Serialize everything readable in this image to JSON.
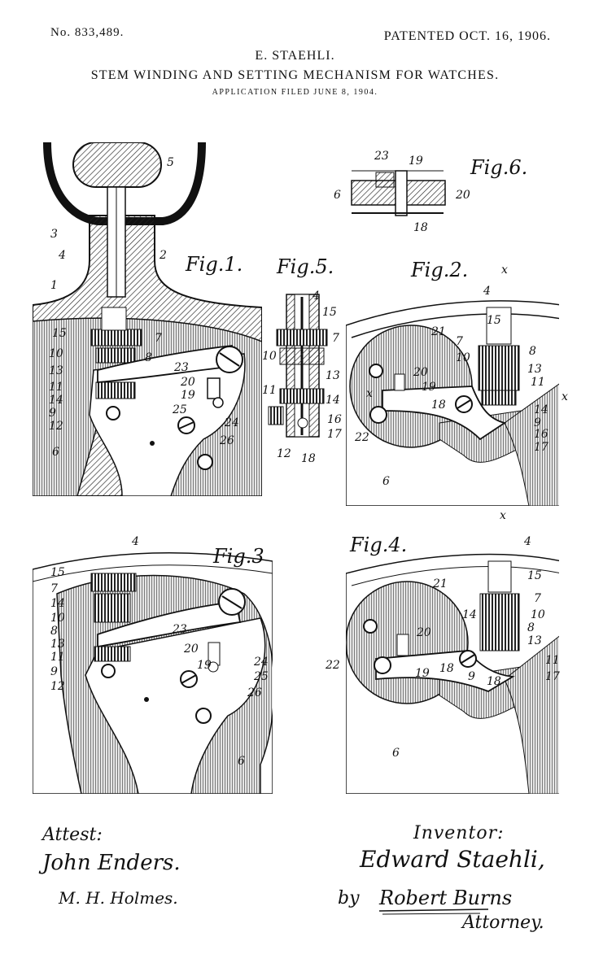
{
  "header": {
    "patent_number": "No. 833,489.",
    "patent_date": "PATENTED OCT. 16, 1906.",
    "inventor": "E. STAEHLI.",
    "title": "STEM WINDING AND SETTING MECHANISM FOR WATCHES.",
    "application": "APPLICATION FILED JUNE 8, 1904."
  },
  "figures": {
    "fig1": {
      "label": "Fig.1.",
      "parts": [
        "5",
        "3",
        "4",
        "2",
        "1",
        "15",
        "7",
        "10",
        "8",
        "13",
        "23",
        "11",
        "20",
        "14",
        "19",
        "9",
        "25",
        "12",
        "24",
        "26",
        "6"
      ]
    },
    "fig2": {
      "label": "Fig.2.",
      "parts": [
        "x",
        "4",
        "15",
        "21",
        "7",
        "8",
        "10",
        "13",
        "20",
        "11",
        "19",
        "x",
        "x",
        "14",
        "18",
        "9",
        "22",
        "16",
        "17",
        "6",
        "x"
      ]
    },
    "fig3": {
      "label": "Fig.3",
      "parts": [
        "4",
        "15",
        "7",
        "14",
        "10",
        "8",
        "13",
        "23",
        "20",
        "11",
        "24",
        "19",
        "9",
        "25",
        "12",
        "26",
        "6"
      ]
    },
    "fig4": {
      "label": "Fig.4.",
      "parts": [
        "4",
        "15",
        "7",
        "21",
        "14",
        "10",
        "8",
        "20",
        "13",
        "22",
        "19",
        "18",
        "9",
        "11",
        "18",
        "17",
        "6"
      ]
    },
    "fig5": {
      "label": "Fig.5.",
      "parts": [
        "4",
        "15",
        "7",
        "10",
        "13",
        "11",
        "14",
        "16",
        "17",
        "12",
        "18"
      ]
    },
    "fig6": {
      "label": "Fig.6.",
      "parts": [
        "23",
        "19",
        "6",
        "20",
        "18"
      ]
    }
  },
  "signatures": {
    "attest_label": "Attest:",
    "witness_1": "John Enders.",
    "witness_2": "M. H. Holmes.",
    "inventor_label": "Inventor:",
    "inventor_signature": "Edward Staehli,",
    "by": "by",
    "attorney_signature": "Robert Burns",
    "attorney_label": "Attorney."
  }
}
